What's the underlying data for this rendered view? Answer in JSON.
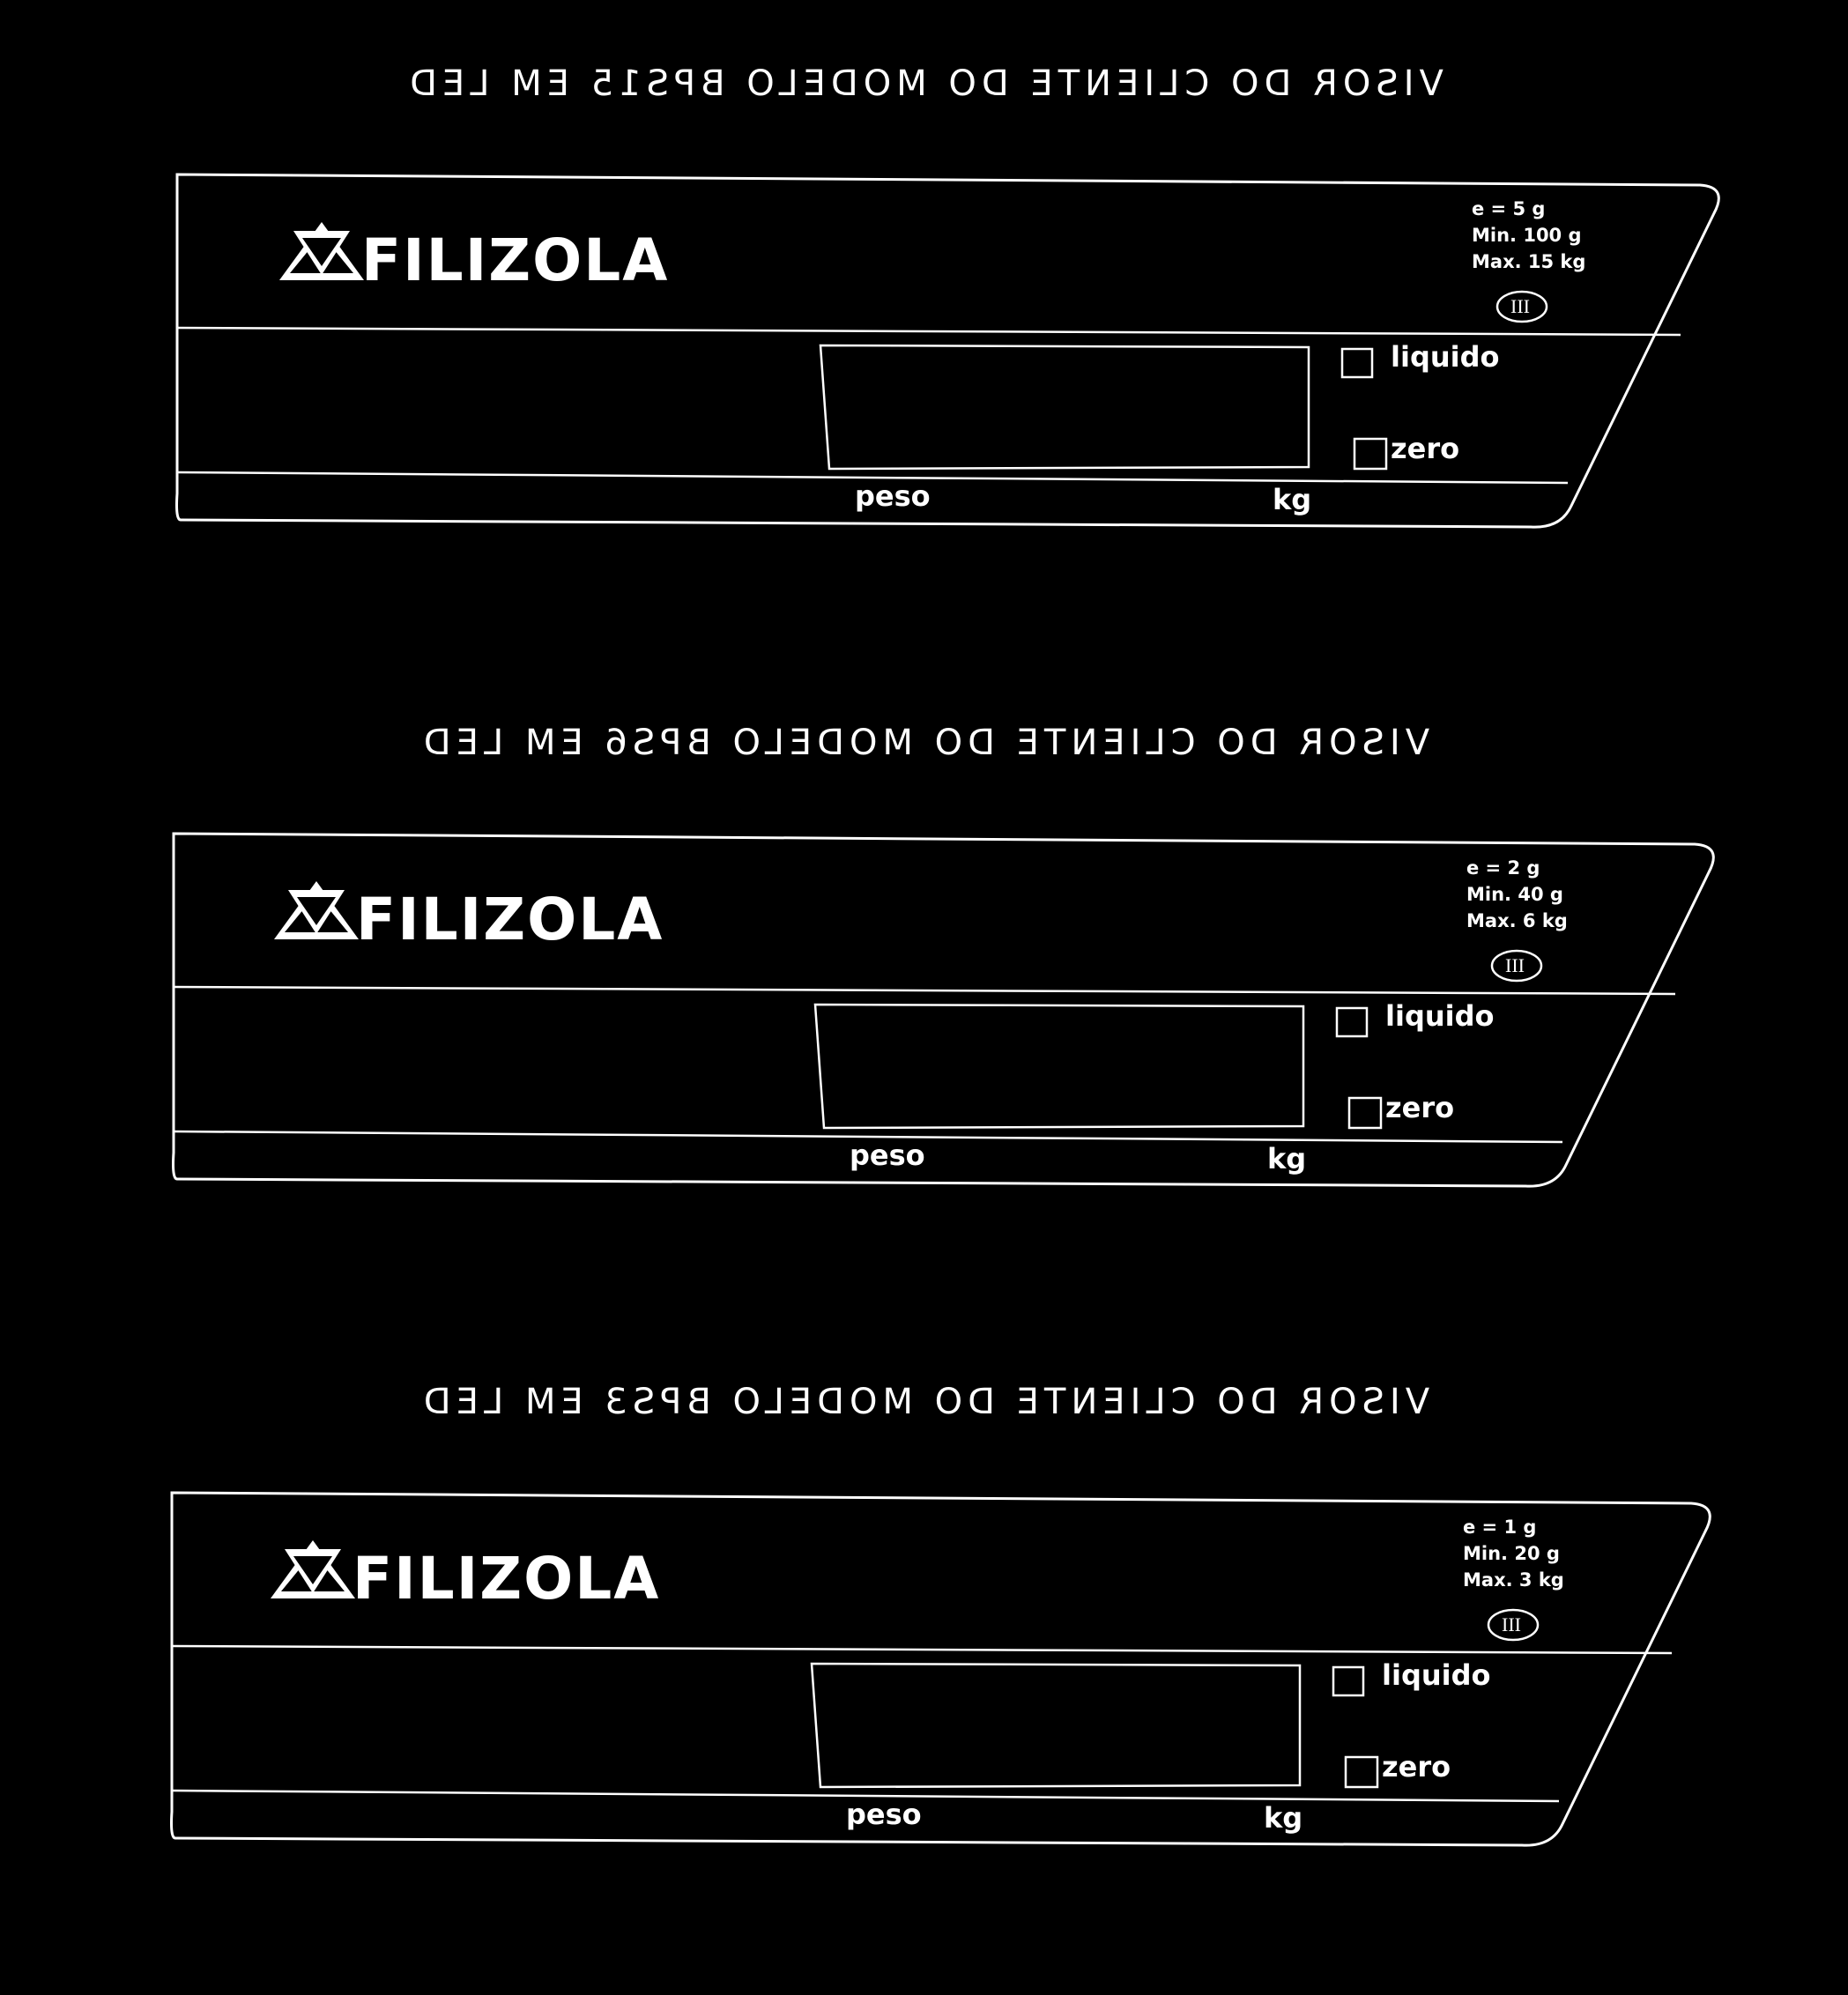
{
  "panels": [
    {
      "caption": "VISOR DO CLIENTE DO MODELO BPS15 EM LED",
      "brand": "FILIZOLA",
      "spec_e": "e = 5 g",
      "spec_min": "Min. 100 g",
      "spec_max": "Max. 15 kg",
      "class_mark": "III",
      "label_liquido": "liquido",
      "label_zero": "zero",
      "label_peso": "peso",
      "label_kg": "kg"
    },
    {
      "caption": "VISOR DO CLIENTE DO MODELO BPS6 EM LED",
      "brand": "FILIZOLA",
      "spec_e": "e = 2 g",
      "spec_min": "Min. 40 g",
      "spec_max": "Max. 6 kg",
      "class_mark": "III",
      "label_liquido": "liquido",
      "label_zero": "zero",
      "label_peso": "peso",
      "label_kg": "kg"
    },
    {
      "caption": "VISOR DO CLIENTE DO MODELO BPS3 EM LED",
      "brand": "FILIZOLA",
      "spec_e": "e = 1 g",
      "spec_min": "Min. 20 g",
      "spec_max": "Max. 3 kg",
      "class_mark": "III",
      "label_liquido": "liquido",
      "label_zero": "zero",
      "label_peso": "peso",
      "label_kg": "kg"
    }
  ]
}
